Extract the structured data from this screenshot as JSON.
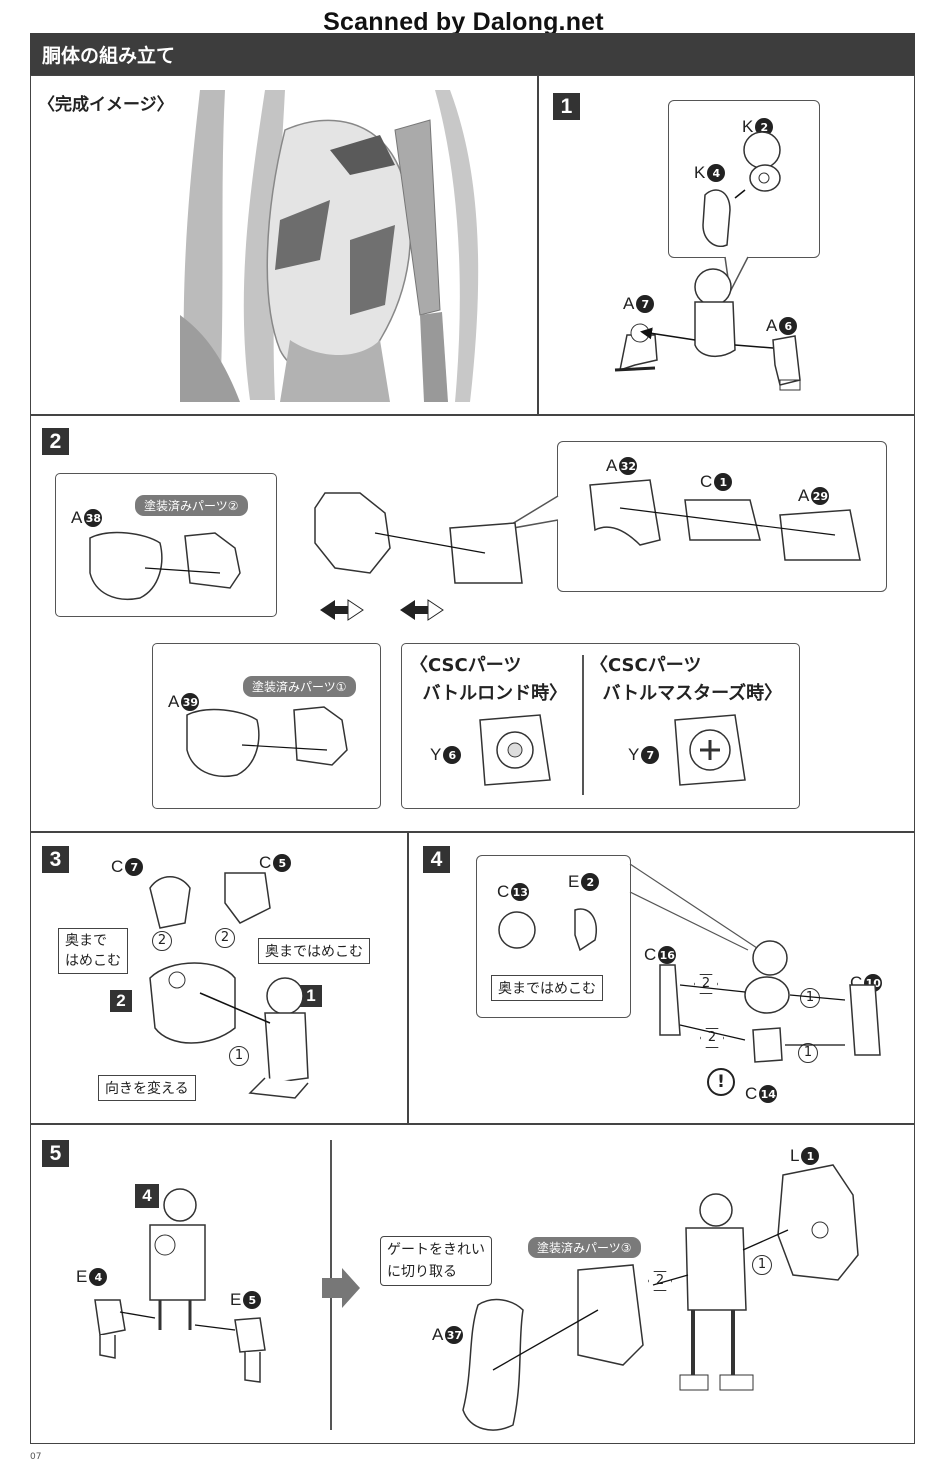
{
  "watermark": "Scanned by Dalong.net",
  "header": {
    "title": "胴体の組み立て"
  },
  "preview": {
    "label": "〈完成イメージ〉"
  },
  "steps": {
    "s1": {
      "num": "1",
      "parts": {
        "k2": {
          "letter": "K",
          "num": "2"
        },
        "k4": {
          "letter": "K",
          "num": "4"
        },
        "a7": {
          "letter": "A",
          "num": "7"
        },
        "a6": {
          "letter": "A",
          "num": "6"
        }
      }
    },
    "s2": {
      "num": "2",
      "painted2": "塗装済みパーツ②",
      "painted1": "塗装済みパーツ①",
      "a38": {
        "letter": "A",
        "num": "38"
      },
      "a39": {
        "letter": "A",
        "num": "39"
      },
      "a32": {
        "letter": "A",
        "num": "32"
      },
      "c1": {
        "letter": "C",
        "num": "1"
      },
      "a29": {
        "letter": "A",
        "num": "29"
      },
      "csc_battle_rondo": "〈CSCパーツ\n  バトルロンド時〉",
      "csc_battle_masters": "〈CSCパーツ\n  バトルマスターズ時〉",
      "y6": {
        "letter": "Y",
        "num": "6"
      },
      "y7": {
        "letter": "Y",
        "num": "7"
      }
    },
    "s3": {
      "num": "3",
      "c7": {
        "letter": "C",
        "num": "7"
      },
      "c5": {
        "letter": "C",
        "num": "5"
      },
      "note_left": "奥まで\nはめこむ",
      "note_right": "奥まではめこむ",
      "note_bottom": "向きを変える",
      "ref2": "2",
      "ref1": "1",
      "circ2a": "2",
      "circ2b": "2",
      "circ1": "1"
    },
    "s4": {
      "num": "4",
      "c13": {
        "letter": "C",
        "num": "13"
      },
      "e2": {
        "letter": "E",
        "num": "2"
      },
      "note": "奥まではめこむ",
      "c16": {
        "letter": "C",
        "num": "16"
      },
      "c10": {
        "letter": "C",
        "num": "10"
      },
      "c14": {
        "letter": "C",
        "num": "14"
      },
      "order": [
        "2",
        "1",
        "2",
        "1"
      ],
      "warning": "!"
    },
    "s5": {
      "num": "5",
      "ref4": "4",
      "e4": {
        "letter": "E",
        "num": "4"
      },
      "e5": {
        "letter": "E",
        "num": "5"
      },
      "l1": {
        "letter": "L",
        "num": "1"
      },
      "a37": {
        "letter": "A",
        "num": "37"
      },
      "painted3": "塗装済みパーツ③",
      "gate_note": "ゲートをきれい\nに切り取る",
      "order": [
        "2",
        "1"
      ]
    }
  },
  "page_number": "07",
  "colors": {
    "header_bg": "#3d3d3d",
    "step_num_bg": "#333333",
    "pill_bg": "#7a7a7a",
    "part_label_dot": "#222222"
  }
}
